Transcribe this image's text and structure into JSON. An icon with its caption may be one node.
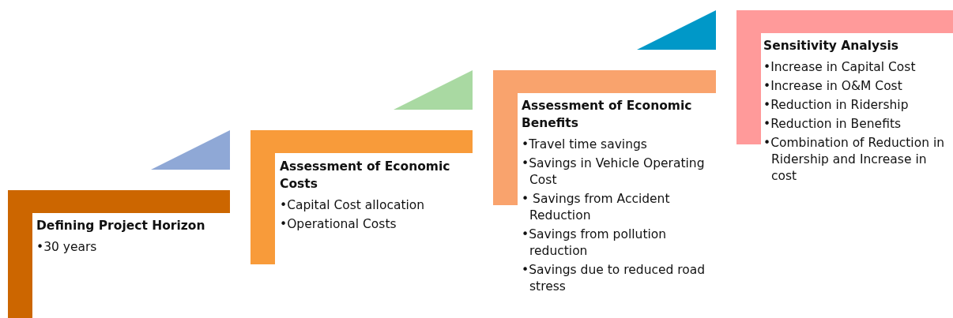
{
  "diagram": {
    "nodes": [
      {
        "text": [
          "Defining Project Horizon",
          "•30 years"
        ]
      },
      {
        "text": [
          "Assessment of Economic Costs",
          "•Capital Cost allocation",
          "•Operational Costs"
        ]
      },
      {
        "text": [
          "Assessment of Economic Benefits",
          "•Travel time savings",
          "•Savings in Vehicle Operating Cost",
          "• Savings from Accident Reduction",
          "•Savings from pollution reduction",
          "•Savings due to reduced road stress"
        ]
      },
      {
        "text": [
          "Sensitivity Analysis",
          "•Increase in Capital Cost",
          "•Increase in O&M Cost",
          "•Reduction in Ridership",
          "•Reduction in Benefits",
          "•Combination of Reduction in Ridership and Increase in cost"
        ]
      }
    ],
    "edges": []
  }
}
